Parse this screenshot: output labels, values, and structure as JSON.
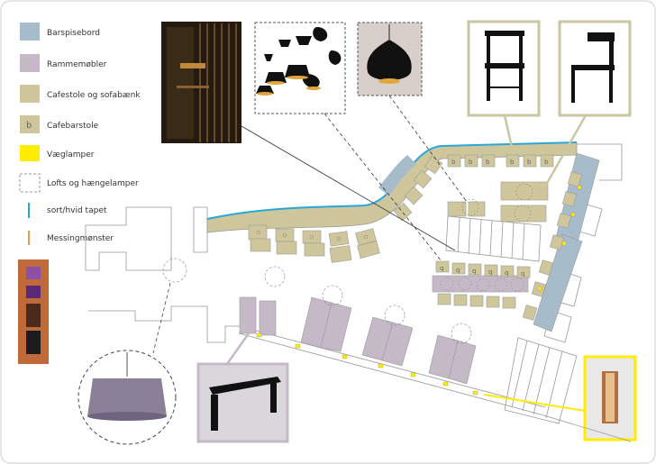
{
  "legend": [
    {
      "key": "barspisebord",
      "label": "Barspisebord",
      "color": "#a7bccb"
    },
    {
      "key": "rammemobler",
      "label": "Rammemøbler",
      "color": "#c5b9c8"
    },
    {
      "key": "cafestole",
      "label": "Cafestole og sofabænk",
      "color": "#cfc79b"
    },
    {
      "key": "cafebarstole",
      "label": "Cafebarstole",
      "color": "#cfc79b",
      "glyph": "b"
    },
    {
      "key": "vaeglamper",
      "label": "Væglamper",
      "color": "#ffec00"
    },
    {
      "key": "lofts",
      "label": "Lofts og hængelamper"
    },
    {
      "key": "tapet",
      "label": "sort/hvid tapet",
      "color": "#2aa7d8"
    },
    {
      "key": "messing",
      "label": "Messingmønster",
      "color": "#e39a52"
    }
  ],
  "chair_glyphs": {
    "barstool": "b",
    "chair": "o",
    "bench_chair": "q"
  },
  "colors": {
    "swatch_panel": "#c06a3a",
    "swatches": [
      "#8e4fa7",
      "#5a2a7a",
      "#4a2a1a",
      "#1c1c1c"
    ],
    "outline": "#999999",
    "frame_photo": "#c9c6a2",
    "frame_lamp": "#ffec00",
    "frame_bench": "#c5b9c8"
  }
}
